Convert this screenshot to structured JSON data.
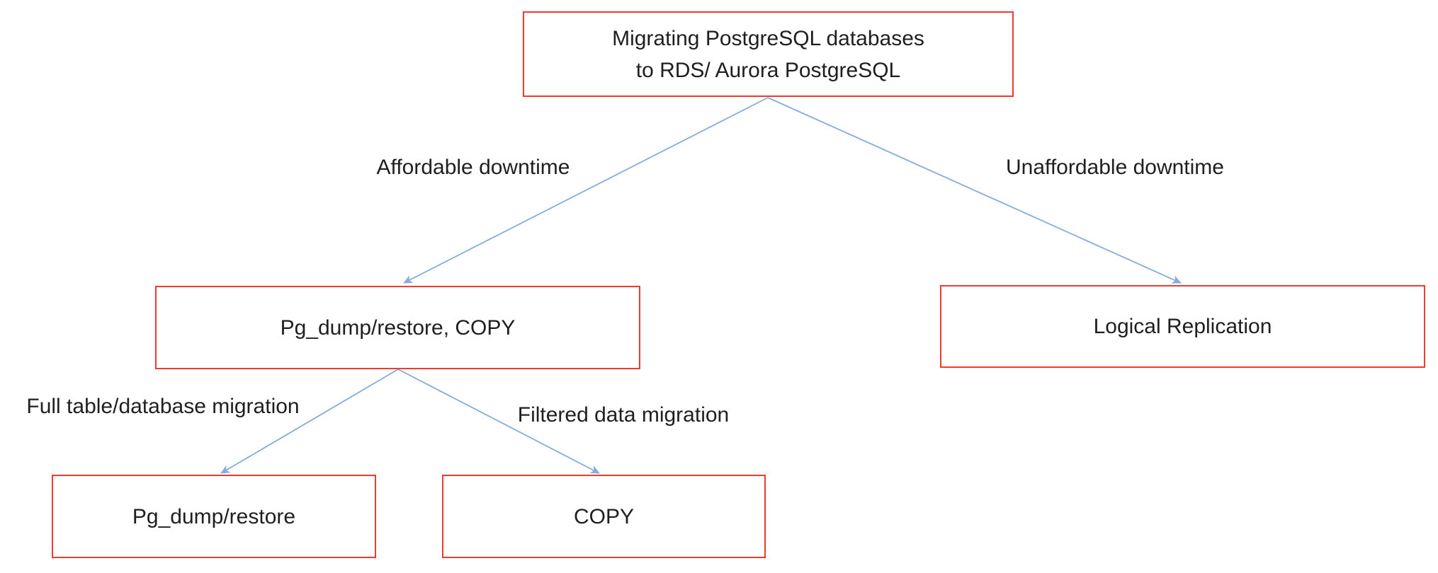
{
  "diagram": {
    "nodes": {
      "root": {
        "line1": "Migrating PostgreSQL databases",
        "line2": "to RDS/ Aurora PostgreSQL"
      },
      "dump_copy": {
        "label": "Pg_dump/restore, COPY"
      },
      "logical_replication": {
        "label": "Logical Replication"
      },
      "pg_dump_restore": {
        "label": "Pg_dump/restore"
      },
      "copy": {
        "label": "COPY"
      }
    },
    "edge_labels": {
      "affordable": "Affordable downtime",
      "unaffordable": "Unaffordable downtime",
      "full_migration": "Full table/database migration",
      "filtered_migration": "Filtered data migration"
    }
  },
  "colors": {
    "background": "#ffffff",
    "node_border": "#f13b2e",
    "node_fill": "#ffffff",
    "connector": "#85abdf",
    "text_color": "#1f1f1f"
  }
}
